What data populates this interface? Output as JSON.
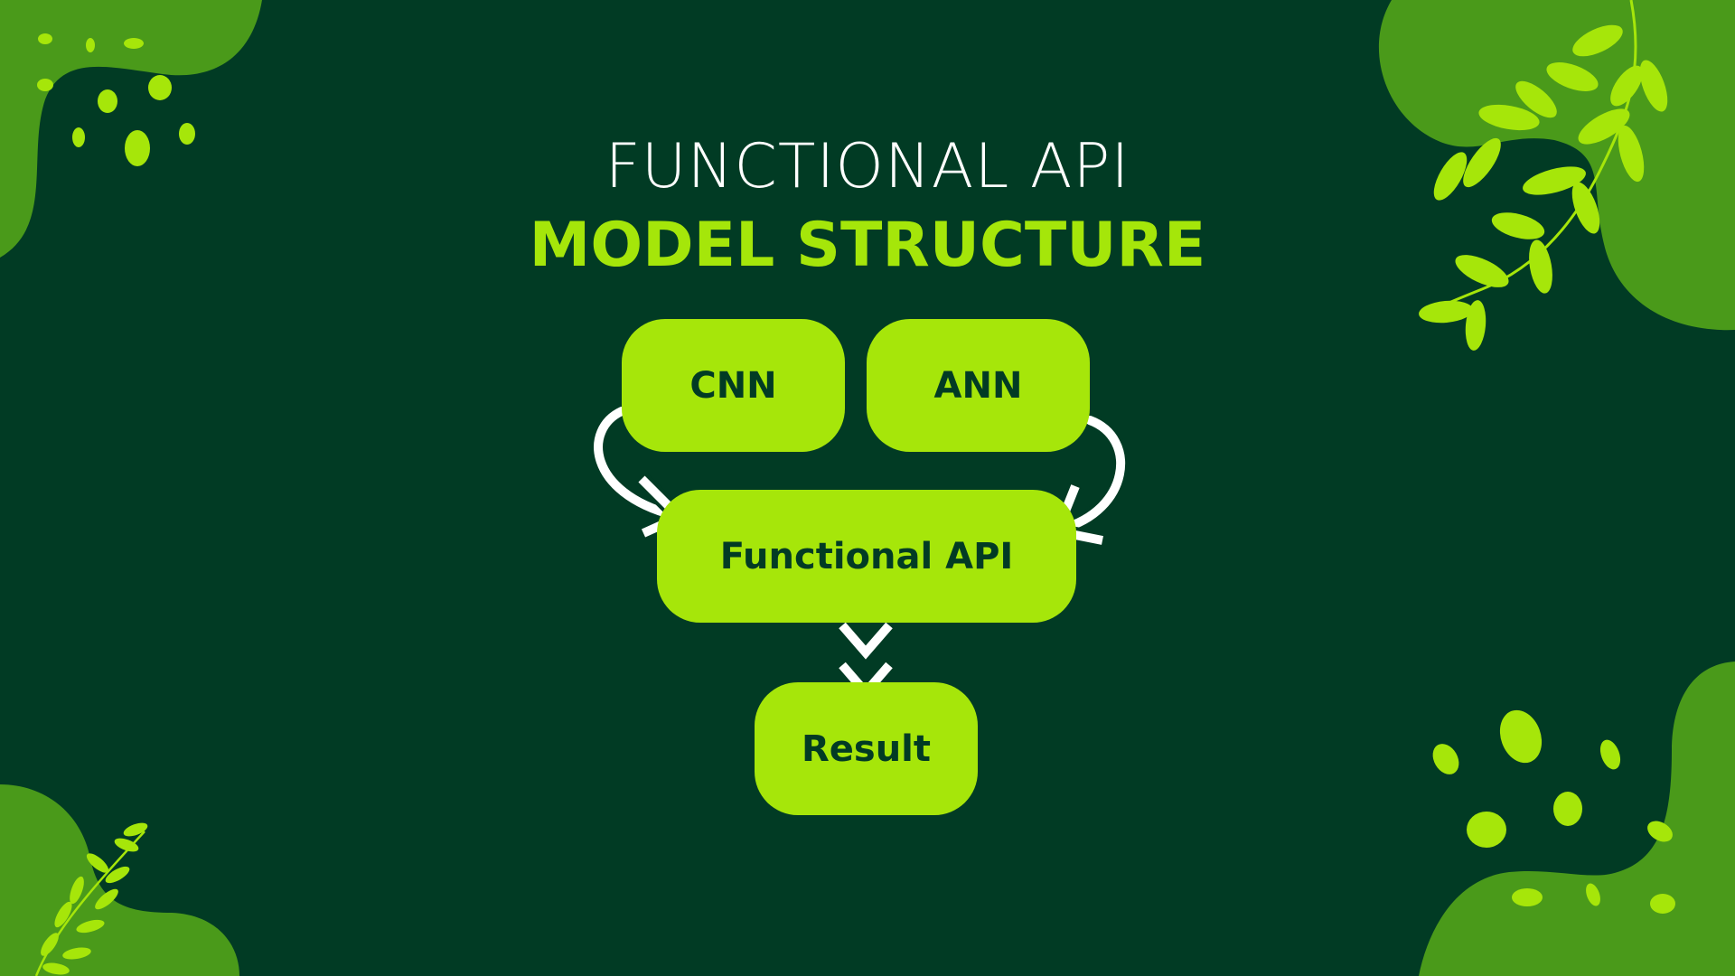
{
  "title": {
    "line1": "FUNCTIONAL API",
    "line2": "MODEL STRUCTURE"
  },
  "nodes": {
    "cnn": "CNN",
    "ann": "ANN",
    "functional_api": "Functional API",
    "result": "Result"
  },
  "edges": [
    {
      "from": "cnn",
      "to": "functional_api"
    },
    {
      "from": "ann",
      "to": "functional_api"
    },
    {
      "from": "functional_api",
      "to": "result"
    }
  ],
  "colors": {
    "background": "#013b24",
    "accent": "#a6e60a",
    "blob": "#4a9a1a",
    "title": "#ffffff",
    "arrow": "#ffffff"
  },
  "decorations": [
    "green-blob",
    "leaf-branch",
    "leaf-dots"
  ]
}
